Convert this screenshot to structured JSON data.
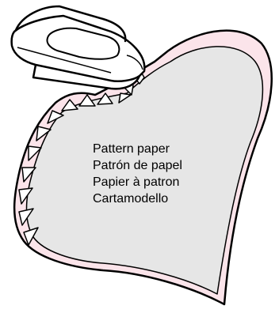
{
  "labels": {
    "line_1": "Pattern paper",
    "line_2": "Patrón de papel",
    "line_3": "Papier à patron",
    "line_4": "Cartamodello"
  },
  "colors": {
    "outline": "#000000",
    "paper_fill": "#e6e6e6",
    "fabric_fill": "#fbe4ea",
    "iron_fill": "#ffffff"
  },
  "icons": {
    "iron": "iron-icon"
  }
}
